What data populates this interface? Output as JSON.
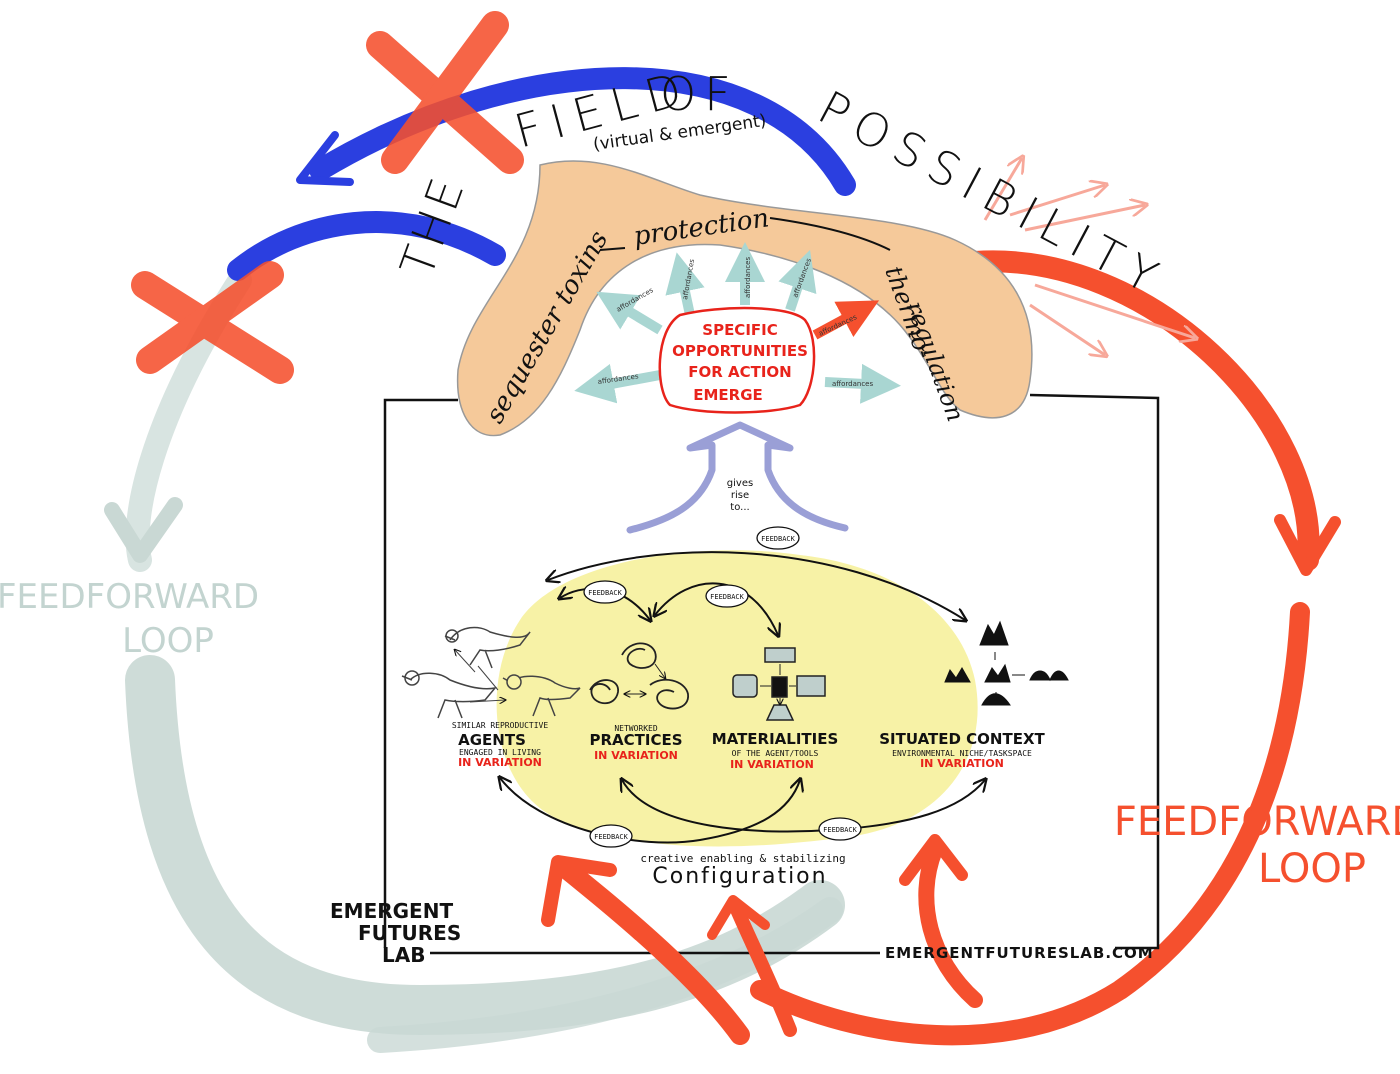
{
  "title": {
    "the": "THE",
    "field": "FIELD",
    "of": "OF",
    "possibility": "POSSIBILITY",
    "subtitle": "(virtual & emergent)"
  },
  "niche": {
    "left": "sequester toxins",
    "top": "protection",
    "right_line1": "thermo-",
    "right_line2": "regulation"
  },
  "emerge": {
    "line1": "SPECIFIC",
    "line2": "OPPORTUNITIES",
    "line3": "FOR ACTION",
    "line4": "EMERGE"
  },
  "affordance_label": "affordances",
  "gives_rise": {
    "line1": "gives",
    "line2": "rise",
    "line3": "to..."
  },
  "feedback_label": "FEEDBACK",
  "elements": {
    "agents": {
      "pre": "SIMILAR REPRODUCTIVE",
      "name": "AGENTS",
      "sub": "ENGAGED IN LIVING",
      "variation": "IN VARIATION"
    },
    "practices": {
      "pre": "NETWORKED",
      "name": "PRACTICES",
      "variation": "IN VARIATION"
    },
    "materialities": {
      "name": "MATERIALITIES",
      "sub": "OF THE AGENT/TOOLS",
      "variation": "IN VARIATION"
    },
    "context": {
      "name": "SITUATED CONTEXT",
      "sub": "ENVIRONMENTAL NICHE/TASKSPACE",
      "variation": "IN VARIATION"
    }
  },
  "configuration": {
    "pre": "creative enabling & stabilizing",
    "name": "Configuration"
  },
  "feedforward_left": {
    "line1": "FEEDFORWARD",
    "line2": "LOOP"
  },
  "feedforward_right": {
    "line1": "FEEDFORWARD",
    "line2": "LOOP"
  },
  "logo": {
    "line1": "EMERGENT",
    "line2": "FUTURES",
    "line3": "LAB"
  },
  "url": "EMERGENTFUTURESLAB.COM",
  "colors": {
    "orange_red": "#f5502e",
    "blue": "#2b3fe0",
    "grey_green": "#c9d8d4",
    "tan": "#f5c99a",
    "yellow": "#f7f2a6",
    "teal": "#a9d6d2",
    "lavender": "#9a9fd6",
    "red_text": "#e8231b"
  }
}
